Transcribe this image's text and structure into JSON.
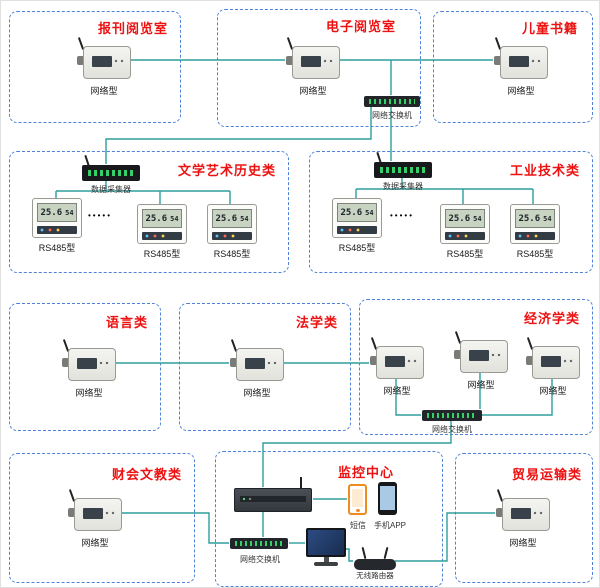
{
  "zones": {
    "newspaper": "报刊阅览室",
    "electronic": "电子阅览室",
    "children": "儿童书籍",
    "literature": "文学艺术历史类",
    "industrial": "工业技术类",
    "language": "语言类",
    "law": "法学类",
    "economics": "经济学类",
    "finance": "财会文教类",
    "monitor_center": "监控中心",
    "trade": "贸易运输类"
  },
  "labels": {
    "network_sensor": "网络型",
    "rs485_sensor": "RS485型",
    "data_collector": "数据采集器",
    "network_switch": "网络交换机",
    "sms": "短信",
    "mobile_app": "手机APP",
    "wireless_router": "无线路由器",
    "dots": "•••••"
  },
  "lcd": {
    "temperature": "25.6",
    "humidity": "54"
  },
  "colors": {
    "wire": "#2E9E9E",
    "zone_border": "#4D82D8",
    "zone_label": "#EE1111"
  }
}
